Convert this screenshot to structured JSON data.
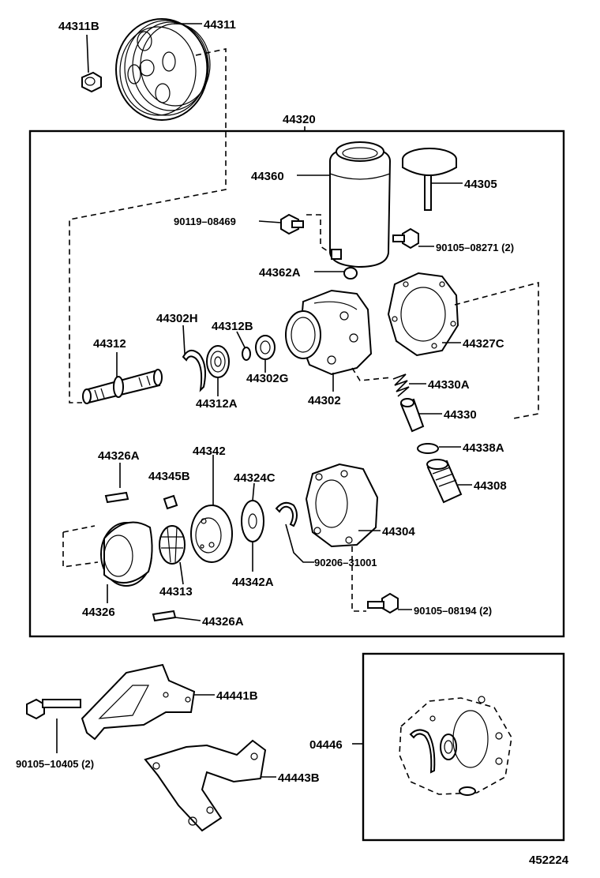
{
  "labels": {
    "p44311B": "44311B",
    "p44311": "44311",
    "p44320": "44320",
    "p44360": "44360",
    "p44305": "44305",
    "p90119": "90119–08469",
    "p90105a": "90105–08271 (2)",
    "p44362A": "44362A",
    "p44302H": "44302H",
    "p44312B": "44312B",
    "p44312": "44312",
    "p44302G": "44302G",
    "p44312A": "44312A",
    "p44302": "44302",
    "p44327C": "44327C",
    "p44330A": "44330A",
    "p44330": "44330",
    "p44338A": "44338A",
    "p44326Atop": "44326A",
    "p44342": "44342",
    "p44345B": "44345B",
    "p44324C": "44324C",
    "p44308": "44308",
    "p44304": "44304",
    "p90206": "90206–31001",
    "p44326": "44326",
    "p44313": "44313",
    "p44342A": "44342A",
    "p90105b": "90105–08194 (2)",
    "p44326Abot": "44326A",
    "p44441B": "44441B",
    "p90105c": "90105–10405 (2)",
    "p44443B": "44443B",
    "p04446": "04446",
    "figno": "452224"
  }
}
